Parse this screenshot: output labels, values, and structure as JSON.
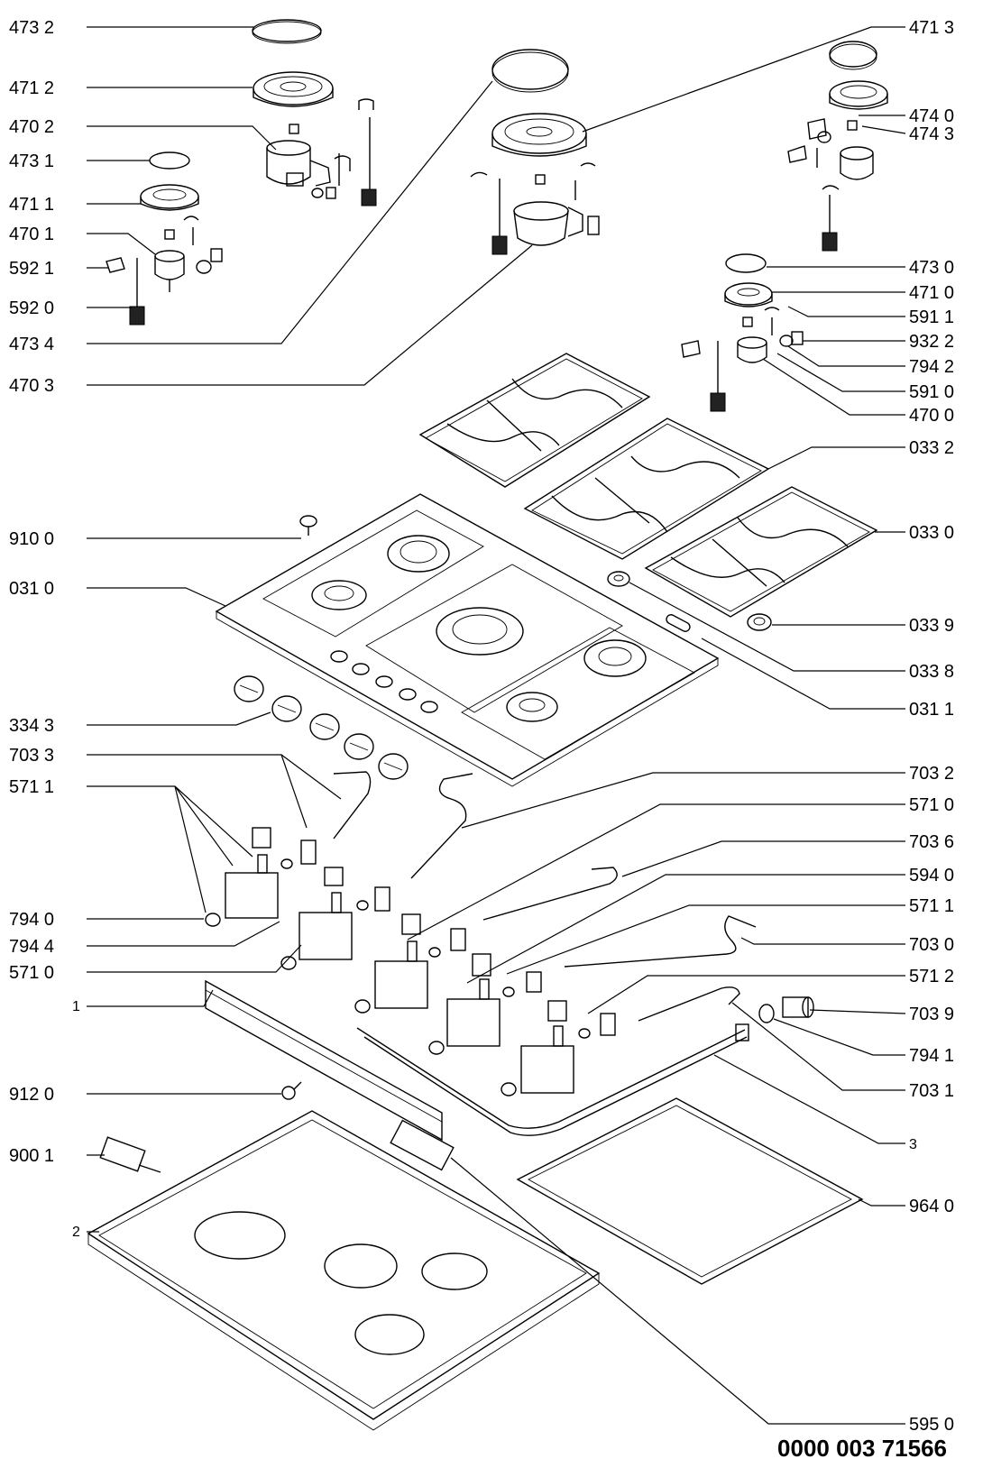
{
  "diagram": {
    "document_number": "0000 003 71566",
    "labels_left": [
      {
        "id": "l-4732",
        "text": "473 2"
      },
      {
        "id": "l-4712",
        "text": "471 2"
      },
      {
        "id": "l-4702",
        "text": "470 2"
      },
      {
        "id": "l-4731",
        "text": "473 1"
      },
      {
        "id": "l-4711",
        "text": "471 1"
      },
      {
        "id": "l-4701",
        "text": "470 1"
      },
      {
        "id": "l-5921",
        "text": "592 1"
      },
      {
        "id": "l-5920",
        "text": "592 0"
      },
      {
        "id": "l-4734",
        "text": "473 4"
      },
      {
        "id": "l-4703",
        "text": "470 3"
      },
      {
        "id": "l-9100",
        "text": "910 0"
      },
      {
        "id": "l-0310",
        "text": "031 0"
      },
      {
        "id": "l-3343",
        "text": "334 3"
      },
      {
        "id": "l-7033",
        "text": "703 3"
      },
      {
        "id": "l-5711a",
        "text": "571 1"
      },
      {
        "id": "l-7940",
        "text": "794 0"
      },
      {
        "id": "l-7944",
        "text": "794 4"
      },
      {
        "id": "l-5710a",
        "text": "571 0"
      },
      {
        "id": "l-1",
        "text": "1"
      },
      {
        "id": "l-9120",
        "text": "912 0"
      },
      {
        "id": "l-9001",
        "text": "900 1"
      },
      {
        "id": "l-2",
        "text": "2"
      }
    ],
    "labels_right": [
      {
        "id": "r-4713",
        "text": "471 3"
      },
      {
        "id": "r-4740",
        "text": "474 0"
      },
      {
        "id": "r-4743",
        "text": "474 3"
      },
      {
        "id": "r-4730",
        "text": "473 0"
      },
      {
        "id": "r-4710",
        "text": "471 0"
      },
      {
        "id": "r-5911",
        "text": "591 1"
      },
      {
        "id": "r-9322",
        "text": "932 2"
      },
      {
        "id": "r-7942",
        "text": "794 2"
      },
      {
        "id": "r-5910",
        "text": "591 0"
      },
      {
        "id": "r-4700",
        "text": "470 0"
      },
      {
        "id": "r-0332",
        "text": "033 2"
      },
      {
        "id": "r-0330",
        "text": "033 0"
      },
      {
        "id": "r-0339",
        "text": "033 9"
      },
      {
        "id": "r-0338",
        "text": "033 8"
      },
      {
        "id": "r-0311",
        "text": "031 1"
      },
      {
        "id": "r-7032",
        "text": "703 2"
      },
      {
        "id": "r-5710b",
        "text": "571 0"
      },
      {
        "id": "r-7036",
        "text": "703 6"
      },
      {
        "id": "r-5940",
        "text": "594 0"
      },
      {
        "id": "r-5711b",
        "text": "571 1"
      },
      {
        "id": "r-7030",
        "text": "703 0"
      },
      {
        "id": "r-5712",
        "text": "571 2"
      },
      {
        "id": "r-7039",
        "text": "703 9"
      },
      {
        "id": "r-7941",
        "text": "794 1"
      },
      {
        "id": "r-7031",
        "text": "703 1"
      },
      {
        "id": "r-3",
        "text": "3"
      },
      {
        "id": "r-9640",
        "text": "964 0"
      },
      {
        "id": "r-5950",
        "text": "595 0"
      }
    ]
  }
}
